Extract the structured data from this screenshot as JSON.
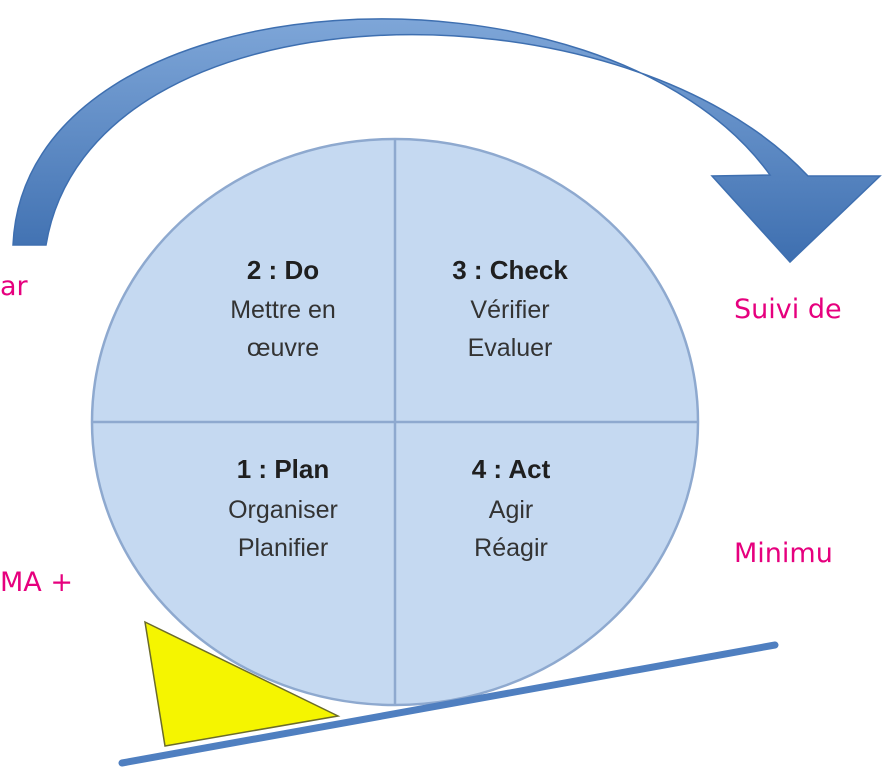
{
  "colors": {
    "circle_fill": "#c5d9f1",
    "circle_stroke": "#8ea9cf",
    "arrow": "#4f81bd",
    "wedge": "#f5f500",
    "ramp": "#4f7fc0",
    "side_text": "#e6007e"
  },
  "quadrants": [
    {
      "id": "do",
      "title": "2 : Do",
      "lines": [
        "Mettre en",
        "œuvre"
      ]
    },
    {
      "id": "check",
      "title": "3 : Check",
      "lines": [
        "Vérifier",
        "Evaluer"
      ]
    },
    {
      "id": "plan",
      "title": "1 : Plan",
      "lines": [
        "Organiser",
        "Planifier"
      ]
    },
    {
      "id": "act",
      "title": "4 : Act",
      "lines": [
        "Agir",
        "Réagir"
      ]
    }
  ],
  "side_labels": {
    "left_top": "ar",
    "left_bottom": "MA +",
    "right_top": "Suivi de",
    "right_bottom": "Minimu"
  }
}
